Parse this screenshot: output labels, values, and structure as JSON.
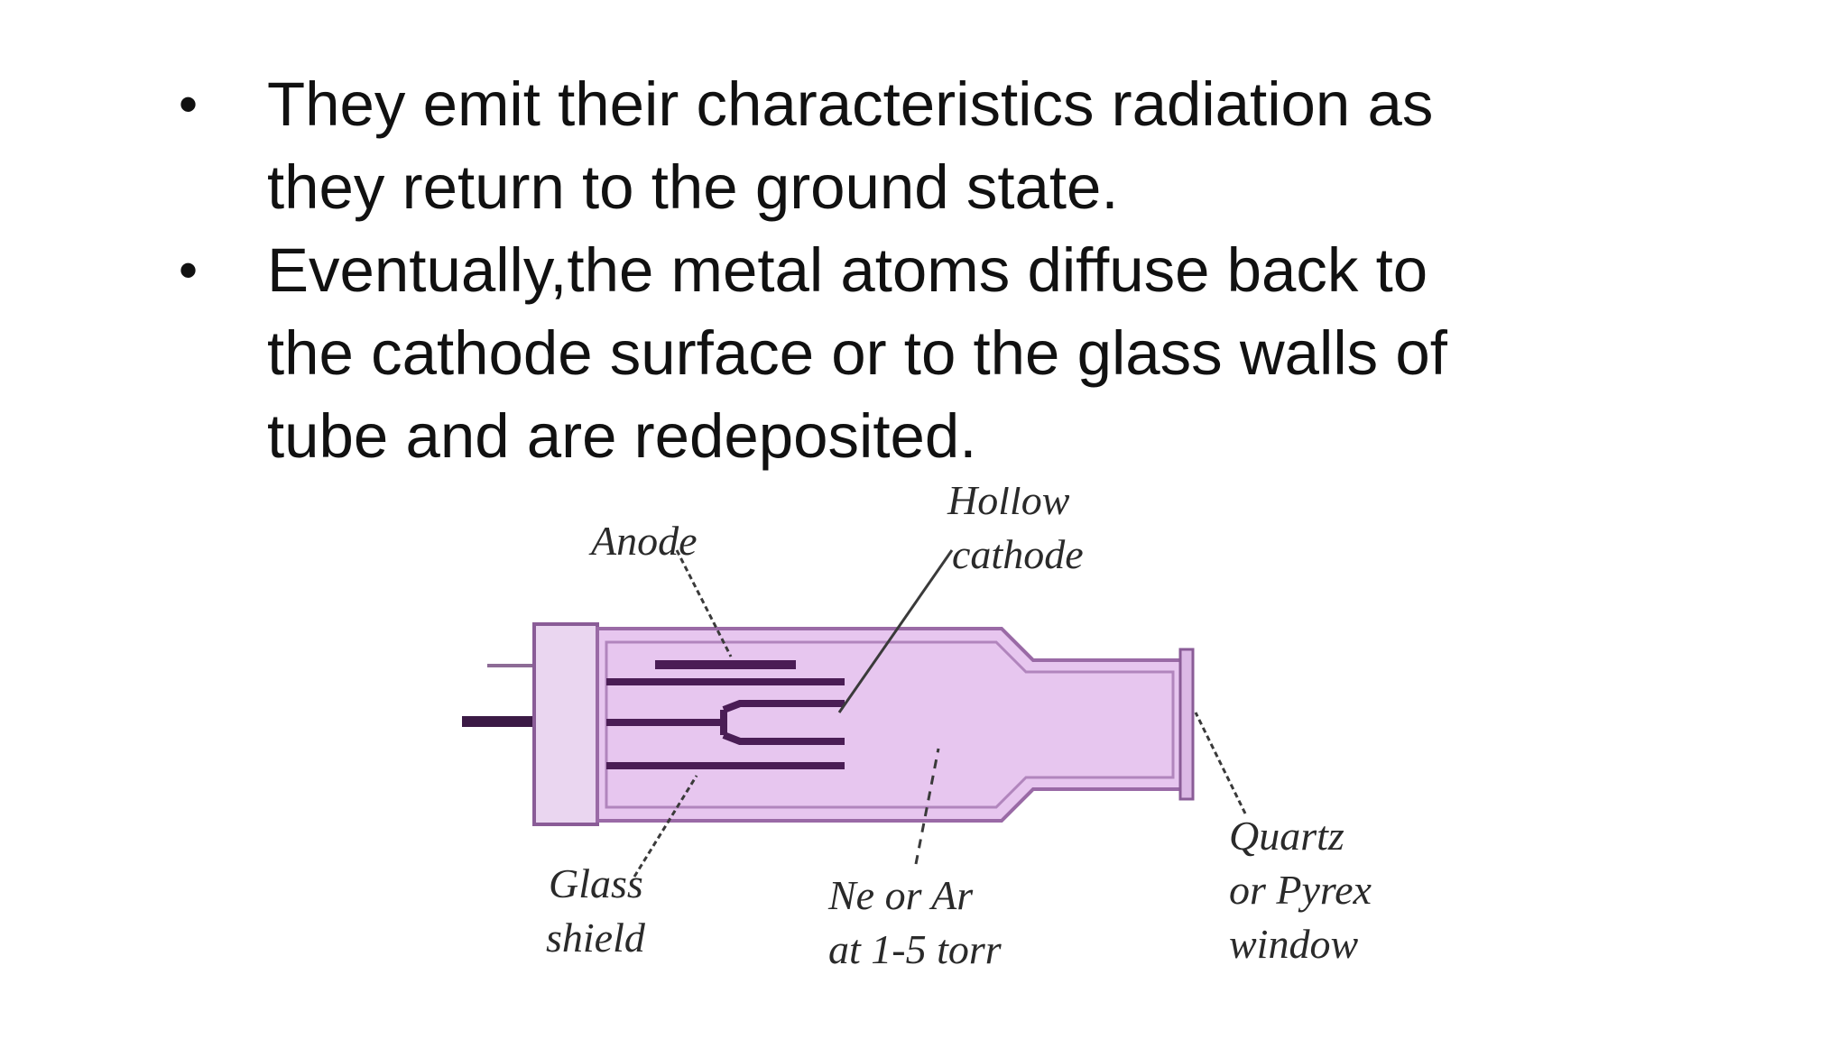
{
  "slide": {
    "bullets": [
      {
        "line1": "They emit their characteristics radiation as",
        "line2": "they return to the ground state."
      },
      {
        "line1": "Eventually,the metal atoms diffuse back to",
        "line2": "the cathode surface or to the glass walls of",
        "line3": "tube and are redeposited."
      }
    ],
    "bullet_symbol": "•"
  },
  "diagram": {
    "labels": {
      "anode": "Anode",
      "hollow_line1": "Hollow",
      "hollow_line2": "cathode",
      "glass_line1": "Glass",
      "glass_line2": "shield",
      "gas_line1": "Ne or Ar",
      "gas_line2": "at 1-5 torr",
      "window_line1": "Quartz",
      "window_line2": "or Pyrex",
      "window_line3": "window"
    },
    "colors": {
      "tube_fill": "#e7c6ef",
      "tube_stroke": "#9a6aa6",
      "electrode": "#4a1d55",
      "leader": "#3a3a3a"
    }
  }
}
